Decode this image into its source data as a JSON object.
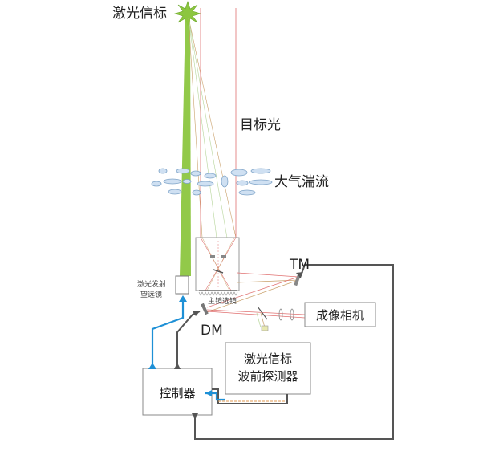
{
  "labels": {
    "laser_beacon": "激光信标",
    "target_light": "目标光",
    "atmospheric_turbulence": "大气湍流",
    "tm": "TM",
    "dm": "DM",
    "imaging_camera": "成像相机",
    "wavefront_sensor_line1": "激光信标",
    "wavefront_sensor_line2": "波前探测器",
    "controller": "控制器",
    "launch_telescope_line1": "激光发射",
    "launch_telescope_line2": "望远镜",
    "primary_mirror": "主镜选镜"
  },
  "colors": {
    "laser_beam": "#8cc63f",
    "target_light": "#e07070",
    "control_blue": "#1e90d6",
    "control_gray": "#555555",
    "box_border": "#888888"
  }
}
